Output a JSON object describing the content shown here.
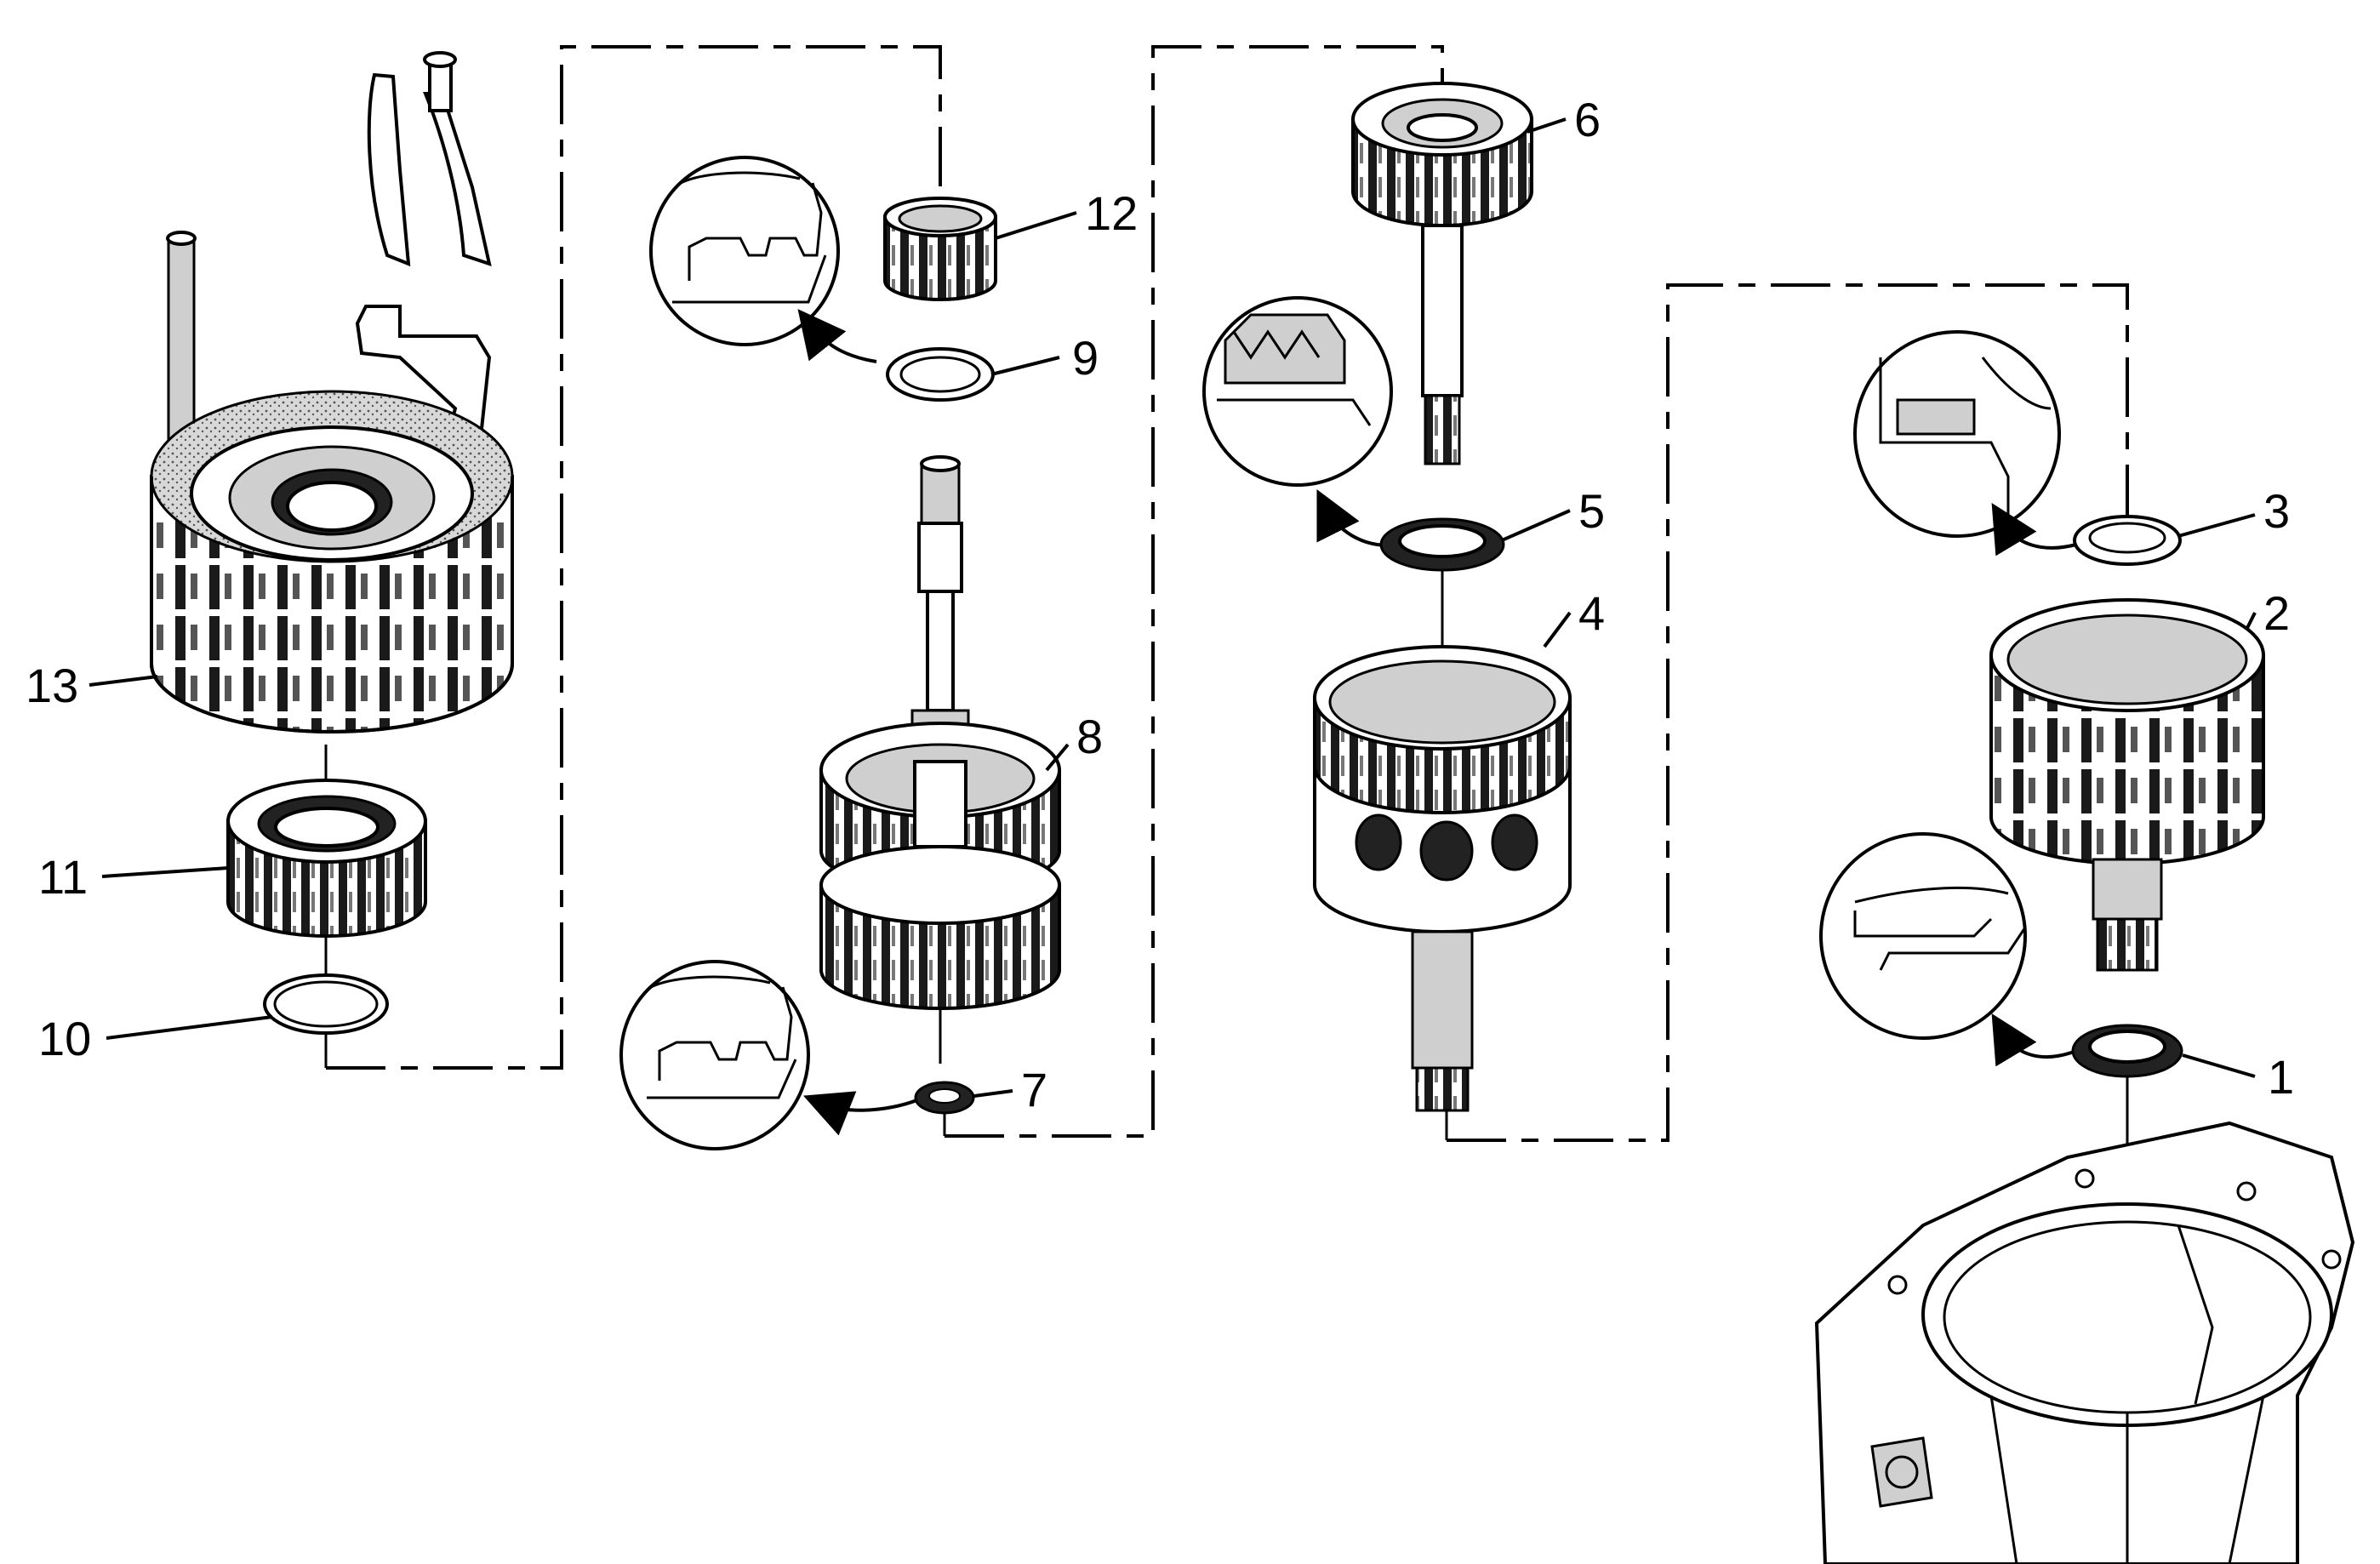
{
  "callouts": {
    "c1": "1",
    "c2": "2",
    "c3": "3",
    "c4": "4",
    "c5": "5",
    "c6": "6",
    "c7": "7",
    "c8": "8",
    "c9": "9",
    "c10": "10",
    "c11": "11",
    "c12": "12",
    "c13": "13"
  },
  "icons": [
    "locking-pliers-tool",
    "support-rod-tool",
    "clutch-housing",
    "bearing-assembly",
    "snap-ring",
    "shaft-assembly",
    "thrust-bearing",
    "input-shaft-gear",
    "drum-assembly",
    "transmission-case",
    "detail-magnifier"
  ]
}
